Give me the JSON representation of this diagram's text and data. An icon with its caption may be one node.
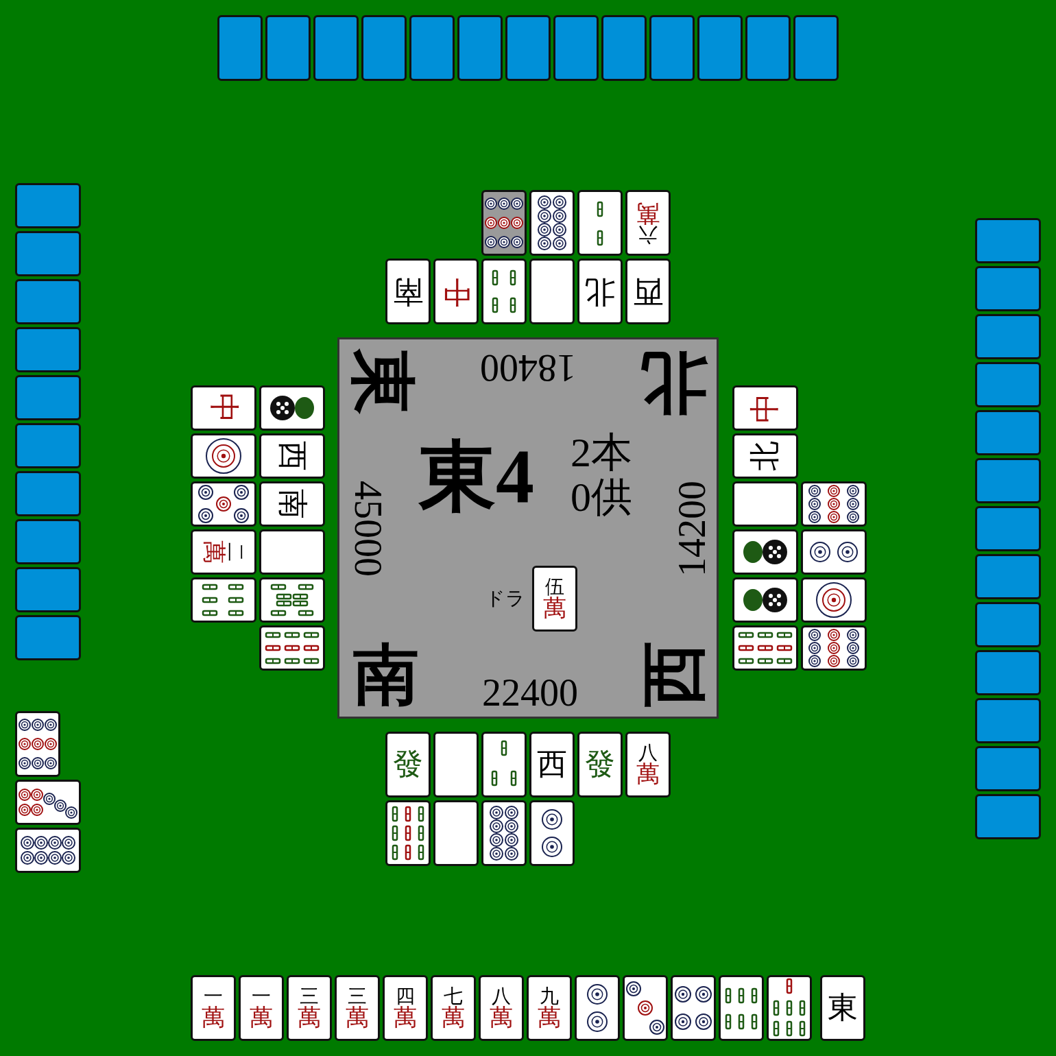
{
  "diagram": {
    "nodes": [
      {
        "text": [
          "東",
          "18400",
          "北",
          "東4",
          "2本",
          "0供",
          "45000",
          "14200",
          "ドラ",
          "南",
          "22400",
          "西"
        ]
      },
      {
        "text": [],
        "shape": "picture"
      },
      {
        "text": [],
        "shape": "picture"
      },
      {
        "text": [],
        "shape": "picture"
      },
      {
        "text": [
          "六萬"
        ]
      },
      {
        "text": [
          "南"
        ]
      },
      {
        "text": [
          "中"
        ]
      },
      {
        "text": [],
        "shape": "picture"
      },
      {
        "text": [],
        "shape": "box"
      },
      {
        "text": [
          "北"
        ]
      },
      {
        "text": [
          "西"
        ]
      },
      {
        "text": [
          "中"
        ]
      },
      {
        "text": [],
        "shape": "picture"
      },
      {
        "text": [],
        "shape": "picture"
      },
      {
        "text": [
          "西"
        ]
      },
      {
        "text": [],
        "shape": "picture"
      },
      {
        "text": [
          "南"
        ]
      },
      {
        "text": [
          "二萬"
        ]
      },
      {
        "text": [],
        "shape": "box"
      },
      {
        "text": [],
        "shape": "picture"
      },
      {
        "text": [],
        "shape": "picture"
      },
      {
        "text": [],
        "shape": "picture"
      },
      {
        "text": [
          "中"
        ]
      },
      {
        "text": [
          "北"
        ]
      },
      {
        "text": [],
        "shape": "box"
      },
      {
        "text": [],
        "shape": "picture"
      },
      {
        "text": [],
        "shape": "picture"
      },
      {
        "text": [],
        "shape": "picture"
      },
      {
        "text": [],
        "shape": "picture"
      },
      {
        "text": [],
        "shape": "picture"
      },
      {
        "text": [],
        "shape": "picture"
      },
      {
        "text": [],
        "shape": "picture"
      },
      {
        "text": [
          "伍萬"
        ],
        "in": 0
      },
      {
        "text": [
          "發"
        ]
      },
      {
        "text": [],
        "shape": "box"
      },
      {
        "text": [],
        "shape": "picture"
      },
      {
        "text": [
          "西"
        ]
      },
      {
        "text": [
          "發"
        ]
      },
      {
        "text": [
          "八萬"
        ]
      },
      {
        "text": [],
        "shape": "picture"
      },
      {
        "text": [],
        "shape": "box"
      },
      {
        "text": [],
        "shape": "picture"
      },
      {
        "text": [],
        "shape": "picture"
      },
      {
        "text": [],
        "shape": "picture"
      },
      {
        "text": [],
        "shape": "picture"
      },
      {
        "text": [],
        "shape": "picture"
      },
      {
        "text": [
          "一萬"
        ]
      },
      {
        "text": [
          "一萬"
        ]
      },
      {
        "text": [
          "三萬"
        ]
      },
      {
        "text": [
          "三萬"
        ]
      },
      {
        "text": [
          "四萬"
        ]
      },
      {
        "text": [
          "七萬"
        ]
      },
      {
        "text": [
          "八萬"
        ]
      },
      {
        "text": [
          "九萬"
        ]
      },
      {
        "text": [],
        "shape": "picture"
      },
      {
        "text": [],
        "shape": "picture"
      },
      {
        "text": [],
        "shape": "picture"
      },
      {
        "text": [],
        "shape": "picture"
      },
      {
        "text": [],
        "shape": "picture"
      },
      {
        "text": [
          "東"
        ]
      }
    ]
  }
}
